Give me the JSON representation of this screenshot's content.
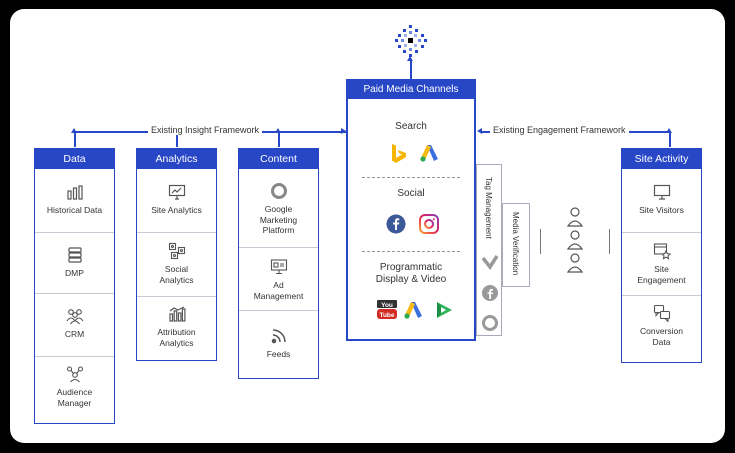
{
  "top_logo": {
    "icon": "dot-grid-logo-icon"
  },
  "labels": {
    "insight": "Existing Insight Framework",
    "engagement": "Existing Engagement Framework"
  },
  "columns": {
    "data": {
      "title": "Data",
      "items": [
        {
          "label": "Historical Data",
          "icon": "bar-chart-icon"
        },
        {
          "label": "DMP",
          "icon": "database-icon"
        },
        {
          "label": "CRM",
          "icon": "people-group-icon"
        },
        {
          "label": "Audience Manager",
          "icon": "audience-network-icon"
        }
      ]
    },
    "analytics": {
      "title": "Analytics",
      "items": [
        {
          "label": "Site Analytics",
          "icon": "monitor-chart-icon"
        },
        {
          "label": "Social Analytics",
          "icon": "social-analytics-icon"
        },
        {
          "label": "Attribution Analytics",
          "icon": "attribution-chart-icon"
        }
      ]
    },
    "content": {
      "title": "Content",
      "items": [
        {
          "label": "Google Marketing Platform",
          "icon": "google-marketing-platform-icon"
        },
        {
          "label": "Ad Management",
          "icon": "ad-management-icon"
        },
        {
          "label": "Feeds",
          "icon": "rss-feed-icon"
        }
      ]
    },
    "site_activity": {
      "title": "Site Activity",
      "items": [
        {
          "label": "Site Visitors",
          "icon": "monitor-icon"
        },
        {
          "label": "Site Engagement",
          "icon": "engagement-star-icon"
        },
        {
          "label": "Conversion Data",
          "icon": "chat-bubbles-icon"
        }
      ]
    }
  },
  "paid_media": {
    "title": "Paid Media Channels",
    "sections": [
      {
        "title": "Search",
        "icons": [
          "bing-icon",
          "google-ads-icon"
        ]
      },
      {
        "title": "Social",
        "icons": [
          "facebook-icon",
          "instagram-icon"
        ]
      },
      {
        "title": "Programmatic Display & Video",
        "icons": [
          "youtube-icon",
          "google-ads-icon",
          "display-video-icon"
        ]
      }
    ],
    "programmatic_line1": "Programmatic",
    "programmatic_line2": "Display & Video"
  },
  "tag_management": "Tag Management",
  "media_verification": "Media Verification",
  "colors": {
    "accent": "#2747c6",
    "bing": "#f6b500",
    "google_ads_blue": "#3b6fe0",
    "google_ads_yellow": "#f8bb15",
    "facebook": "#3b5998",
    "youtube": "#d32a24",
    "dv_green": "#2cb35a"
  }
}
